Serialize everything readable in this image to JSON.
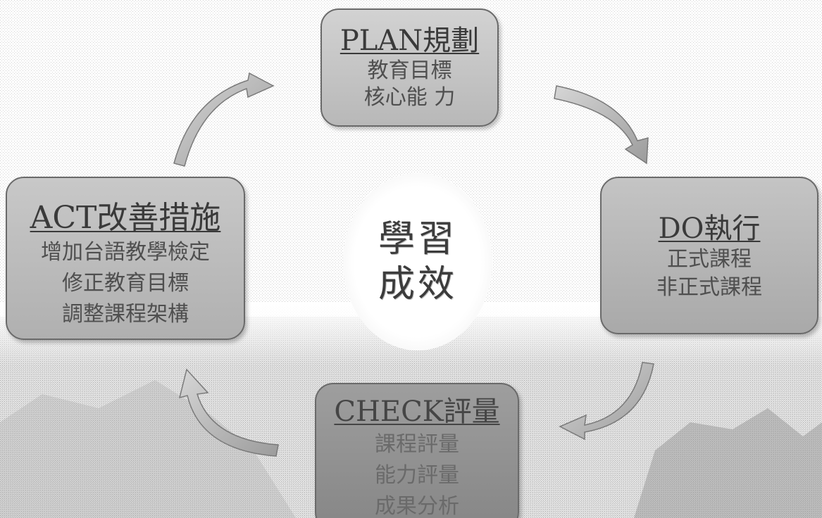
{
  "center": {
    "lines": [
      "學習",
      "成效"
    ]
  },
  "plan": {
    "title": "PLAN規劃",
    "lines": [
      "教育目標",
      "核心能 力"
    ]
  },
  "do": {
    "title": "DO執行",
    "lines": [
      "正式課程",
      "非正式課程"
    ]
  },
  "check": {
    "title": "CHECK評量",
    "lines": [
      "課程評量",
      "能力評量",
      "成果分析"
    ]
  },
  "act": {
    "title": "ACT改善措施",
    "lines": [
      "增加台語教學檢定",
      "修正教育目標",
      "調整課程架構"
    ]
  }
}
